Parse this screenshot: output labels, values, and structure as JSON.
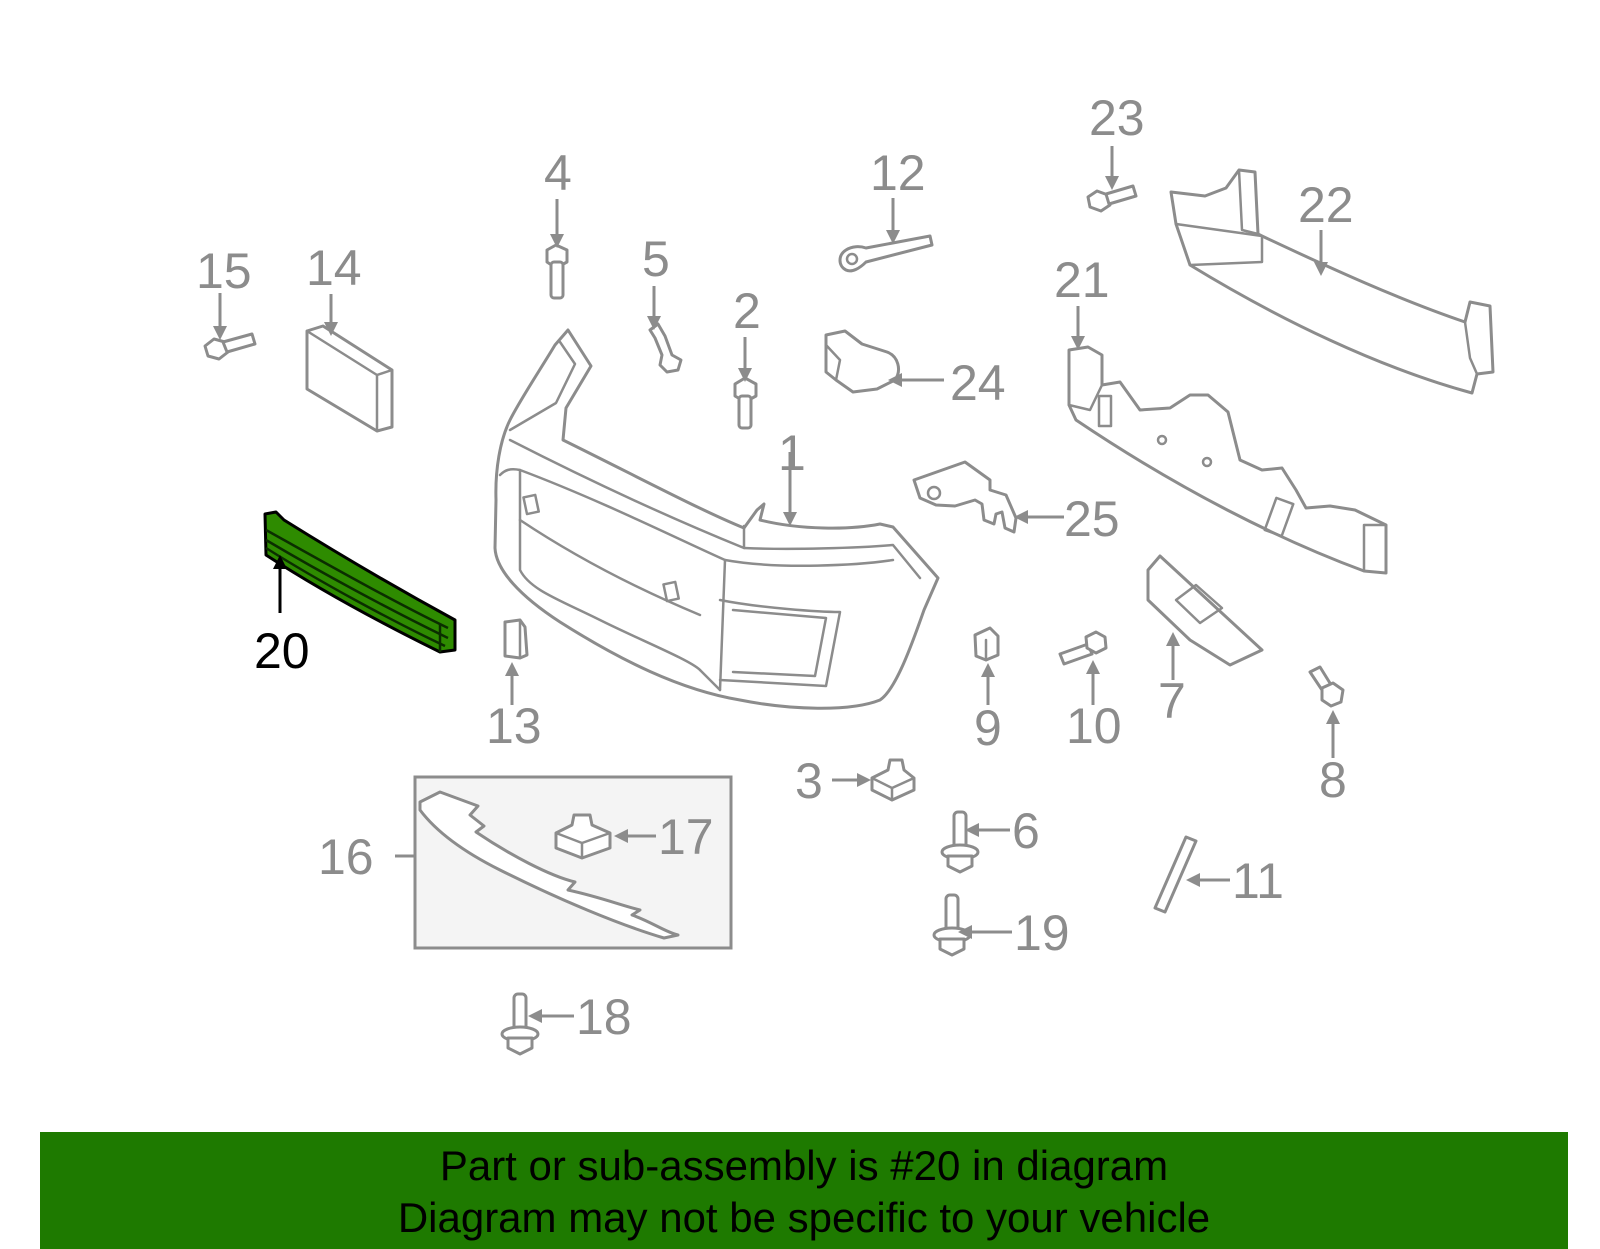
{
  "diagram": {
    "highlight_color": "#2e8b00",
    "line_color": "#8c8c8c",
    "callouts": [
      {
        "id": "1",
        "label": "1"
      },
      {
        "id": "2",
        "label": "2"
      },
      {
        "id": "3",
        "label": "3"
      },
      {
        "id": "4",
        "label": "4"
      },
      {
        "id": "5",
        "label": "5"
      },
      {
        "id": "6",
        "label": "6"
      },
      {
        "id": "7",
        "label": "7"
      },
      {
        "id": "8",
        "label": "8"
      },
      {
        "id": "9",
        "label": "9"
      },
      {
        "id": "10",
        "label": "10"
      },
      {
        "id": "11",
        "label": "11"
      },
      {
        "id": "12",
        "label": "12"
      },
      {
        "id": "13",
        "label": "13"
      },
      {
        "id": "14",
        "label": "14"
      },
      {
        "id": "15",
        "label": "15"
      },
      {
        "id": "16",
        "label": "16"
      },
      {
        "id": "17",
        "label": "17"
      },
      {
        "id": "18",
        "label": "18"
      },
      {
        "id": "19",
        "label": "19"
      },
      {
        "id": "20",
        "label": "20",
        "highlighted": true
      },
      {
        "id": "21",
        "label": "21"
      },
      {
        "id": "22",
        "label": "22"
      },
      {
        "id": "23",
        "label": "23"
      },
      {
        "id": "24",
        "label": "24"
      },
      {
        "id": "25",
        "label": "25"
      }
    ]
  },
  "banner": {
    "color": "#1e7a00",
    "line1": "Part or sub-assembly is #20 in diagram",
    "line2": "Diagram may not be specific to your vehicle"
  }
}
